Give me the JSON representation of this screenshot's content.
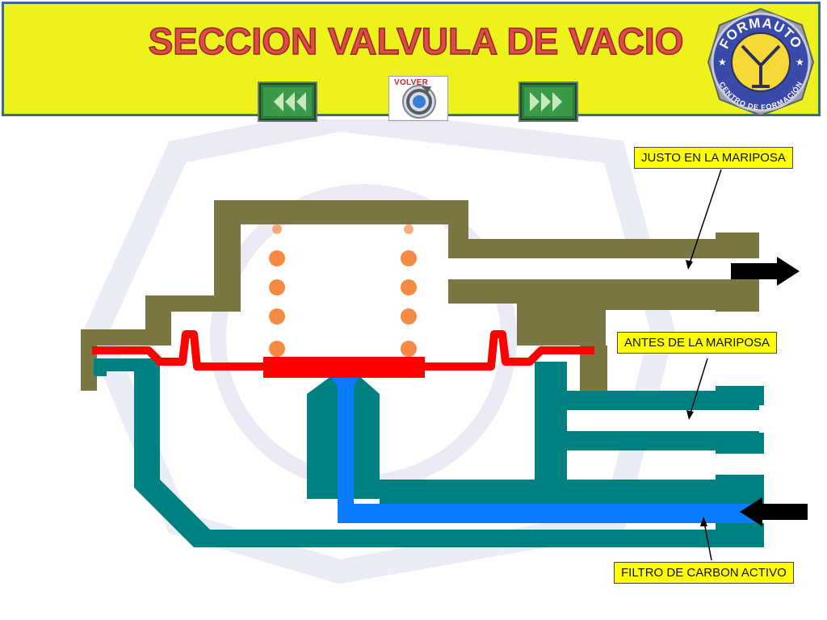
{
  "header": {
    "title": "SECCION VALVULA DE VACIO",
    "volver_label": "VOLVER",
    "logo_text_top": "FORMAUTO",
    "logo_text_bottom": "CENTRO DE FORMACIÓN"
  },
  "labels": {
    "justo": "JUSTO EN LA MARIPOSA",
    "antes": "ANTES DE LA MARIPOSA",
    "filtro": "FILTRO DE CARBON ACTIVO"
  },
  "colors": {
    "header_bg": "#eef21c",
    "upper_body": "#7a7744",
    "lower_body": "#008080",
    "diaphragm": "#ff0000",
    "spring": "#f58a42",
    "channel": "#0a7cff",
    "label_bg": "#ffff00"
  },
  "icons": [
    "rewind-icon",
    "volver-icon",
    "fast-forward-icon",
    "formauto-logo",
    "arrow-right-icon",
    "arrow-left-icon"
  ]
}
